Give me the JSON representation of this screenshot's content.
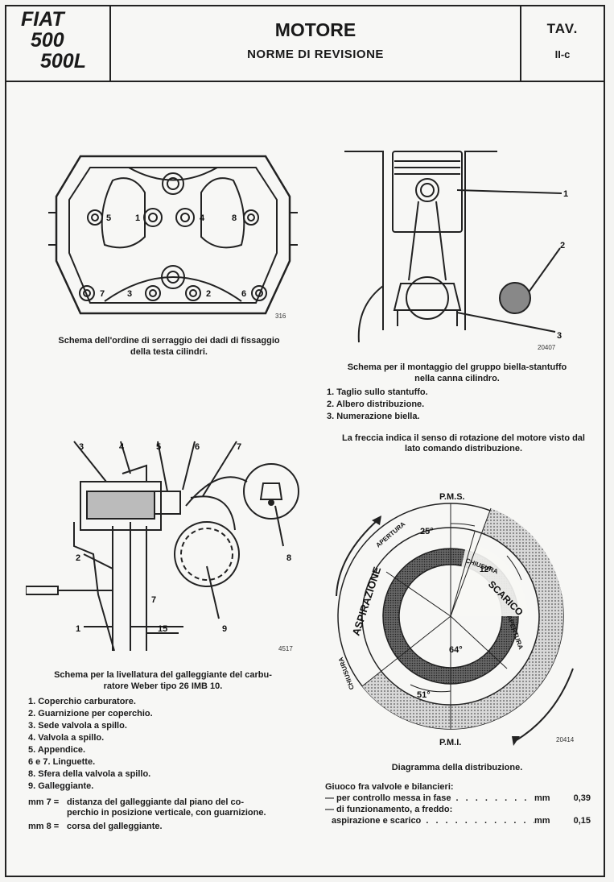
{
  "header": {
    "brand_lines": [
      "FIAT",
      "500",
      "500L"
    ],
    "title": "MOTORE",
    "subtitle": "NORME DI REVISIONE",
    "tav_label": "TAV.",
    "tav_number": "II-c"
  },
  "fig_head": {
    "bolt_labels": [
      "5",
      "1",
      "4",
      "8",
      "7",
      "3",
      "2",
      "6"
    ],
    "fig_number": "316",
    "caption": [
      "Schema dell'ordine di serraggio dei dadi di fissaggio",
      "della testa cilindri."
    ]
  },
  "fig_piston": {
    "callouts": [
      "1",
      "2",
      "3"
    ],
    "fig_number": "20407",
    "caption": [
      "Schema per il montaggio del gruppo biella-stantuffo",
      "nella canna cilindro."
    ],
    "items": [
      "1. Taglio sullo stantuffo.",
      "2. Albero distribuzione.",
      "3. Numerazione biella."
    ],
    "note": [
      "La freccia indica il senso di rotazione del motore visto dal",
      "lato comando distribuzione."
    ]
  },
  "fig_carb": {
    "callouts": [
      "3",
      "4",
      "5",
      "6",
      "7",
      "8",
      "2",
      "1",
      "9"
    ],
    "dim_7": "7",
    "dim_15": "15",
    "fig_number": "4517",
    "caption": [
      "Schema per la livellatura del galleggiante del carbu-",
      "ratore Weber tipo 26 IMB 10."
    ],
    "items": [
      "1. Coperchio carburatore.",
      "2. Guarnizione per coperchio.",
      "3. Sede valvola a spillo.",
      "4. Valvola a spillo.",
      "5. Appendice.",
      "6 e 7. Linguette.",
      "8. Sfera della valvola a spillo.",
      "9. Galleggiante."
    ],
    "mm7_label": "mm 7 =",
    "mm7_text": [
      "distanza del galleggiante dal piano del co-",
      "perchio in posizione verticale, con guarnizione."
    ],
    "mm8_label": "mm 8 =",
    "mm8_text": "corsa del galleggiante."
  },
  "fig_timing": {
    "pms": "P.M.S.",
    "pmi": "P.M.I.",
    "apertura_top": "APERTURA",
    "aspirazione": "ASPIRAZIONE",
    "chiusura_left": "CHIUSURA",
    "chiusura_right": "CHIUSURA",
    "scarico": "SCARICO",
    "apertura_right": "APERTURA",
    "angle_25": "25°",
    "angle_12": "12°",
    "angle_64": "64°",
    "angle_51": "51°",
    "fig_number": "20414",
    "caption": "Diagramma della distribuzione.",
    "clearance_title": "Giuoco fra valvole e bilancieri:",
    "rows": [
      {
        "label": "— per controllo messa in fase",
        "unit": "mm",
        "value": "0,39"
      },
      {
        "label": "— di funzionamento, a freddo:",
        "unit": "",
        "value": ""
      },
      {
        "label": "aspirazione e scarico",
        "unit": "mm",
        "value": "0,15"
      }
    ]
  }
}
